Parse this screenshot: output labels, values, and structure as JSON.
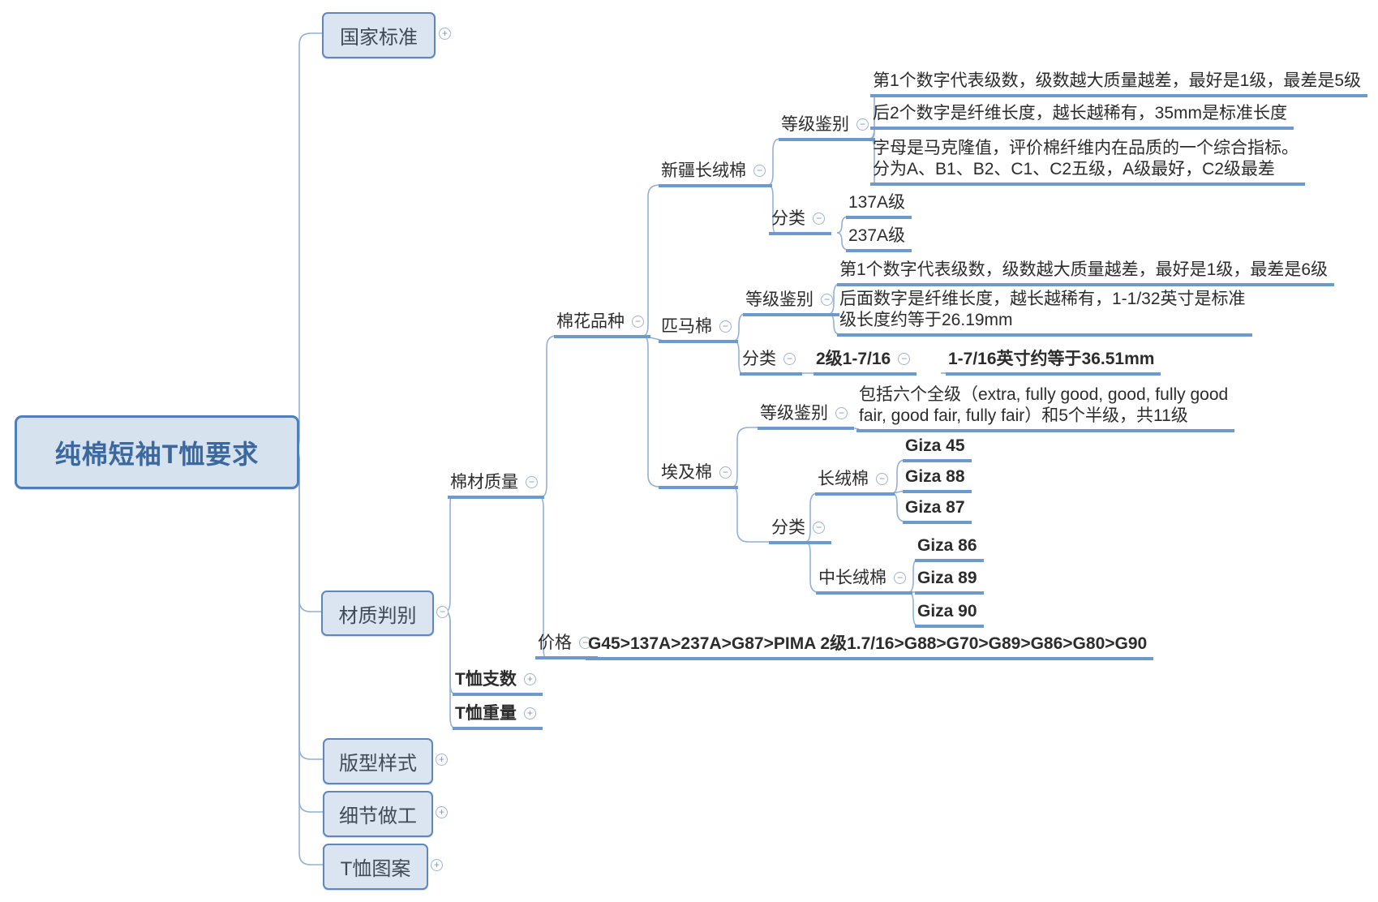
{
  "icons": {
    "expand": "+",
    "collapse": "−"
  },
  "mindmap": {
    "nodes": {
      "root": "纯棉短袖T恤要求",
      "gjbz": "国家标准",
      "czpb": "材质判别",
      "bxys": "版型样式",
      "xjzg": "细节做工",
      "txta": "T恤图案",
      "mczl": "棉材质量",
      "txzs": "T恤支数",
      "txzl": "T恤重量",
      "mhpz": "棉花品种",
      "jg": "价格",
      "jg_leaf": "G45>137A>237A>G87>PIMA 2级1.7/16>G88>G70>G89>G86>G80>G90",
      "xjcrm": "新疆长绒棉",
      "djjb_xj": "等级鉴别",
      "xj_leaf1": "第1个数字代表级数，级数越大质量越差，最好是1级，最差是5级",
      "xj_leaf2": "后2个数字是纤维长度，越长越稀有，35mm是标准长度",
      "xj_leaf3": "字母是马克隆值，评价棉纤维内在品质的一个综合指标。\n分为A、B1、B2、C1、C2五级，A级最好，C2级最差",
      "fl_xj": "分类",
      "xj_137": "137A级",
      "xj_237": "237A级",
      "pmm": "匹马棉",
      "djjb_pm": "等级鉴别",
      "pm_leaf1": "第1个数字代表级数，级数越大质量越差，最好是1级，最差是6级",
      "pm_leaf2": "后面数字是纤维长度，越长越稀有，1-1/32英寸是标准\n级长度约等于26.19mm",
      "fl_pm": "分类",
      "pm_2ji": "2级1-7/16",
      "pm_2ji_leaf": "1-7/16英寸约等于36.51mm",
      "ajm": "埃及棉",
      "djjb_aj": "等级鉴别",
      "aj_leaf": "包括六个全级（extra, fully good, good, fully good\nfair, good fair, fully fair）和5个半级，共11级",
      "fl_aj": "分类",
      "crm_aj": "长绒棉",
      "g45": "Giza 45",
      "g88": "Giza 88",
      "g87": "Giza 87",
      "zcrm": "中长绒棉",
      "g86": "Giza 86",
      "g89": "Giza 89",
      "g90": "Giza 90"
    }
  }
}
